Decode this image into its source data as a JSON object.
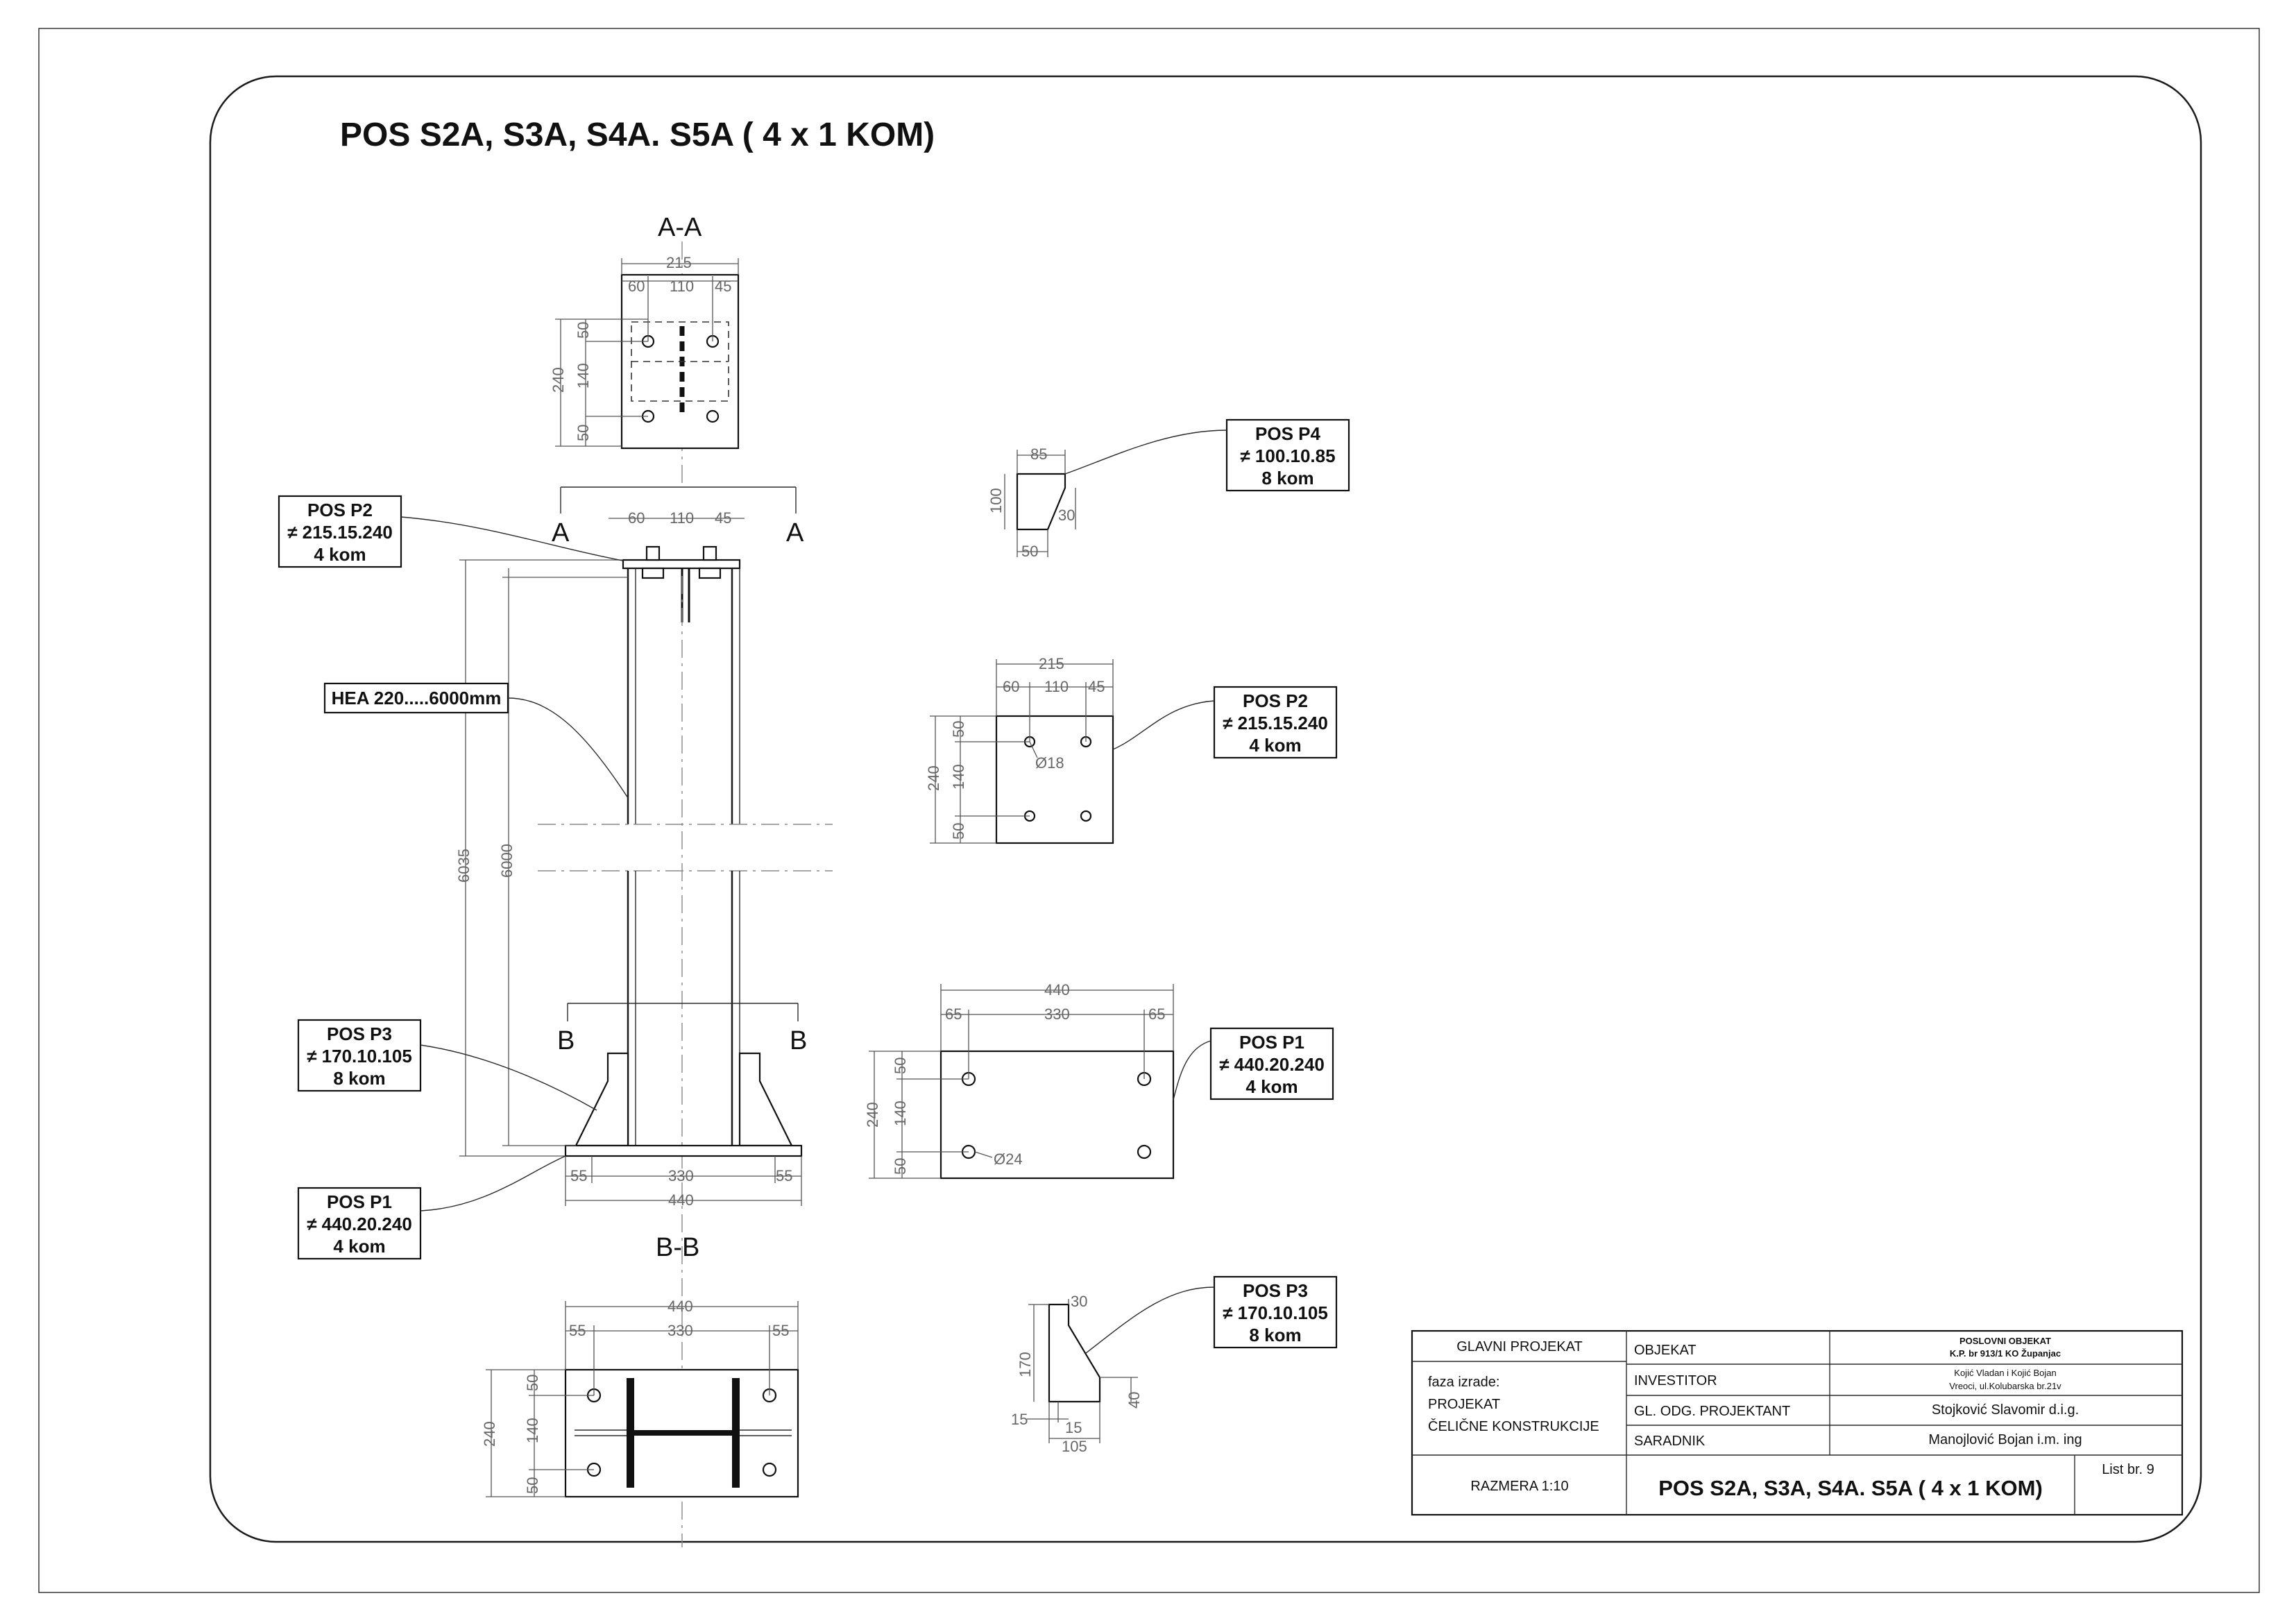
{
  "title": "POS S2A, S3A, S4A. S5A ( 4 x 1 KOM)",
  "section_labels": {
    "aa_title": "A-A",
    "bb_title": "B-B",
    "a_marker": "A",
    "b_marker": "B"
  },
  "callouts": {
    "main_p2": [
      "POS P2",
      "≠ 215.15.240",
      "4 kom"
    ],
    "hea": "HEA 220.....6000mm",
    "main_p3": [
      "POS P3",
      "≠ 170.10.105",
      "8 kom"
    ],
    "main_p1": [
      "POS P1",
      "≠ 440.20.240",
      "4 kom"
    ],
    "detail_p4": [
      "POS P4",
      "≠ 100.10.85",
      "8 kom"
    ],
    "detail_p2": [
      "POS P2",
      "≠ 215.15.240",
      "4 kom"
    ],
    "detail_p1": [
      "POS P1",
      "≠ 440.20.240",
      "4 kom"
    ],
    "detail_p3": [
      "POS P3",
      "≠ 170.10.105",
      "8 kom"
    ]
  },
  "dimensions": {
    "aa": {
      "width": "215",
      "w1": "60",
      "w2": "110",
      "w3": "45",
      "height": "240",
      "h1": "50",
      "h2": "140",
      "h3": "50"
    },
    "top_plate": {
      "w1": "60",
      "w2": "110",
      "w3": "45"
    },
    "column": {
      "total": "6035",
      "shaft": "6000"
    },
    "base": {
      "w1": "55",
      "w2": "330",
      "w3": "55",
      "width": "440"
    },
    "bb": {
      "width": "440",
      "w1": "55",
      "w2": "330",
      "w3": "55",
      "height": "240",
      "h1": "50",
      "h2": "140",
      "h3": "50"
    },
    "p4": {
      "top": "85",
      "height": "100",
      "side": "30",
      "bottom": "50"
    },
    "p2": {
      "width": "215",
      "w1": "60",
      "w2": "110",
      "w3": "45",
      "height": "240",
      "h1": "50",
      "h2": "140",
      "h3": "50",
      "hole": "Ø18"
    },
    "p1": {
      "width": "440",
      "w1": "65",
      "w2": "330",
      "w3": "65",
      "height": "240",
      "h1": "50",
      "h2": "140",
      "h3": "50",
      "hole": "Ø24"
    },
    "p3": {
      "top": "30",
      "height": "170",
      "side": "40",
      "bl": "15",
      "bm": "15",
      "bottom": "105"
    }
  },
  "title_block": {
    "glavni": "GLAVNI PROJEKAT",
    "faza": "faza izrade:",
    "projekat": "PROJEKAT",
    "celicne": "ČELIČNE KONSTRUKCIJE",
    "razmera": "RAZMERA 1:10",
    "objekat_label": "OBJEKAT",
    "objekat_value_1": "POSLOVNI OBJEKAT",
    "objekat_value_2": "K.P. br 913/1  KO  Županjac",
    "investitor_label": "INVESTITOR",
    "investitor_value_1": "Kojić Vladan i Kojić Bojan",
    "investitor_value_2": "Vreoci, ul.Kolubarska br.21v",
    "gl_odg_label": "GL. ODG. PROJEKTANT",
    "gl_odg_value": "Stojković Slavomir d.i.g.",
    "saradnik_label": "SARADNIK",
    "saradnik_value": "Manojlović Bojan i.m. ing",
    "drawing_title": "POS S2A, S3A, S4A. S5A ( 4 x 1 KOM)",
    "list": "List br. 9"
  }
}
